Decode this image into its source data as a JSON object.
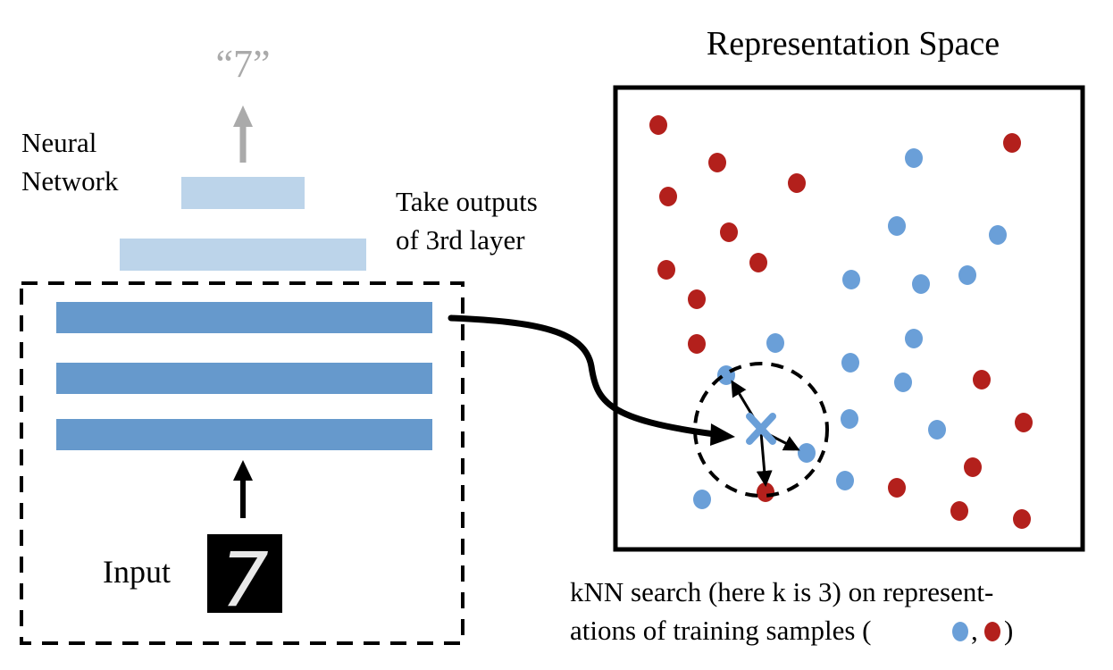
{
  "output_label": "“7”",
  "network_label": [
    "Neural",
    "Network"
  ],
  "take_outputs_label": [
    "Take outputs",
    "of 3rd layer"
  ],
  "input_label": "Input",
  "input_digit": "7",
  "space_title": "Representation Space",
  "caption_line1": "kNN search (here k is 3) on represent-",
  "caption_line2_prefix": "ations of training samples (",
  "caption_line2_sep": ",",
  "caption_line2_suffix": ")",
  "colors": {
    "blue_point": "#6a9fd8",
    "red_point": "#b3201c",
    "dark_layer": "#6699cc",
    "light_layer": "#bcd4ea",
    "gray_output": "#aaaaaa",
    "query_cross": "#6a9fd8"
  },
  "query_legend": {
    "blue": "blue-point",
    "red": "red-point"
  }
}
